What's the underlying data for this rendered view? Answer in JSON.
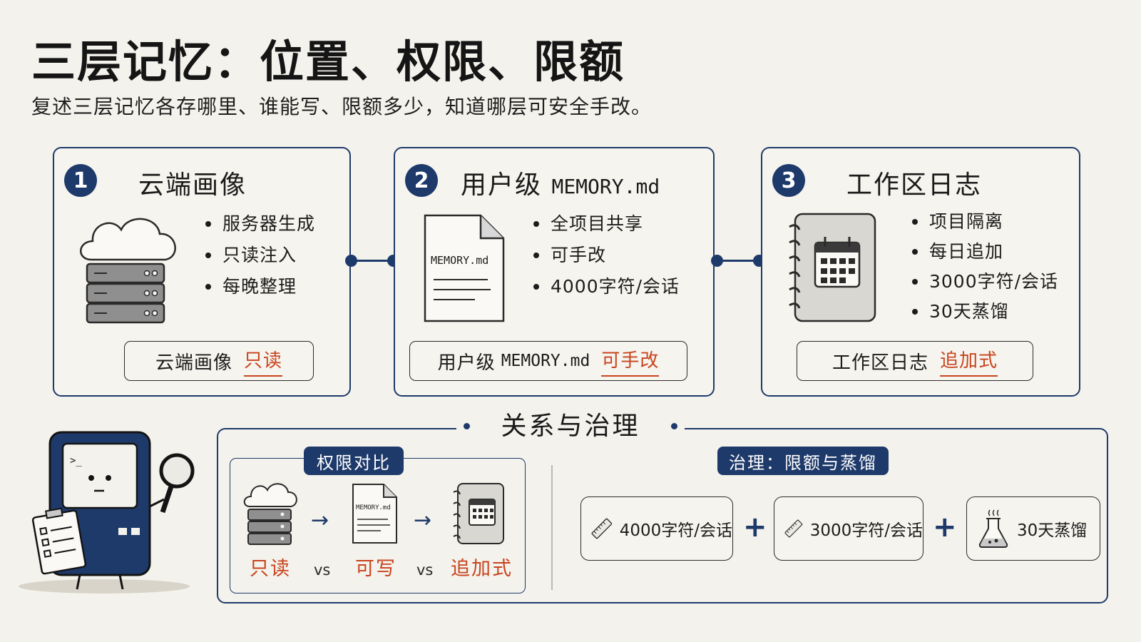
{
  "title": "三层记忆：位置、权限、限额",
  "subtitle": "复述三层记忆各存哪里、谁能写、限额多少，知道哪层可安全手改。",
  "cards": [
    {
      "num": "1",
      "title": "云端画像",
      "bullets": [
        "服务器生成",
        "只读注入",
        "每晚整理"
      ],
      "perm_label": "云端画像",
      "perm_value": "只读",
      "icon": "cloud-server-icon"
    },
    {
      "num": "2",
      "title_prefix": "用户级",
      "title_mono": "MEMORY.md",
      "doc_label": "MEMORY.md",
      "bullets": [
        "全项目共享",
        "可手改",
        "4000字符/会话"
      ],
      "perm_label": "用户级",
      "perm_mono": "MEMORY.md",
      "perm_value": "可手改",
      "icon": "document-icon"
    },
    {
      "num": "3",
      "title": "工作区日志",
      "bullets": [
        "项目隔离",
        "每日追加",
        "3000字符/会话",
        "30天蒸馏"
      ],
      "perm_label": "工作区日志",
      "perm_value": "追加式",
      "icon": "calendar-notebook-icon"
    }
  ],
  "section": {
    "title": "关系与治理",
    "permissions": {
      "pill": "权限对比",
      "doc_label": "MEMORY.md",
      "items": [
        "只读",
        "可写",
        "追加式"
      ],
      "vs": "vs"
    },
    "governance": {
      "pill": "治理：限额与蒸馏",
      "quotas": [
        "4000字符/会话",
        "3000字符/会话",
        "30天蒸馏"
      ],
      "plus": "+"
    }
  },
  "colors": {
    "navy": "#1e3a6b",
    "accent": "#c8441e",
    "background": "#f4f2ec"
  }
}
